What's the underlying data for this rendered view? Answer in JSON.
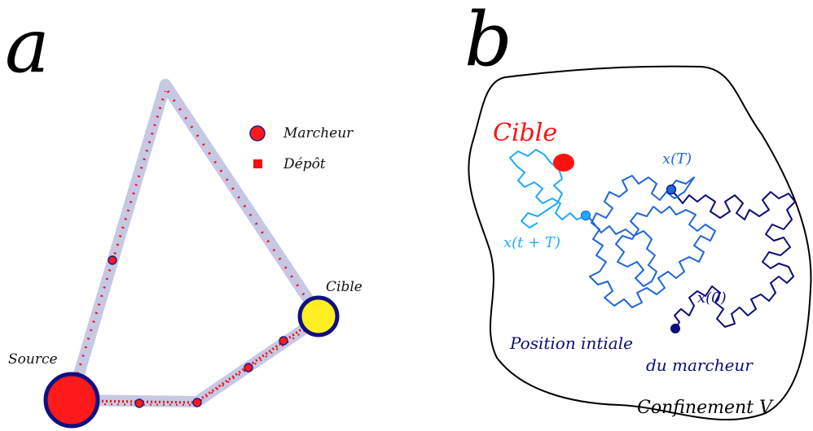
{
  "panel_a": {
    "letter": "a",
    "legend": {
      "walker_label": "Marcheur",
      "deposit_label": "Dépôt"
    },
    "source_label": "Source",
    "target_label": "Cible",
    "colors": {
      "path": "#c6c8e4",
      "walker": "#ff1a1a",
      "walker_stroke": "#1c1a8c",
      "deposit": "#ee1111",
      "target": "#ffee22",
      "node_border": "#101080"
    }
  },
  "panel_b": {
    "letter": "b",
    "target_label": "Cible",
    "label_xT": "x(T)",
    "label_xtT": "x(t + T)",
    "label_x0": "x(0)",
    "initial_position_line1": "Position intiale",
    "initial_position_line2": "du marcheur",
    "confinement_label": "Confinement V",
    "colors": {
      "target": "#ff1111",
      "walk_light": "#1eaaff",
      "walk_mid": "#1f66d8",
      "walk_dark": "#0c0c7a"
    }
  }
}
